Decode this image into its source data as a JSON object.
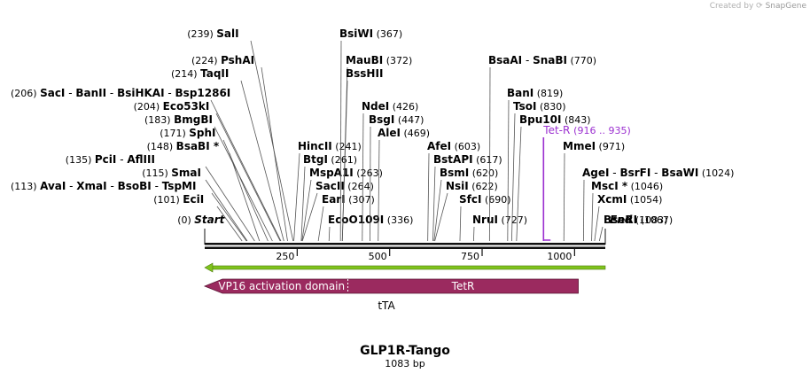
{
  "credit": {
    "prefix": "Created by",
    "brand": "SnapGene"
  },
  "map": {
    "name": "GLP1R-Tango",
    "length_label": "1083 bp",
    "length": 1083,
    "colors": {
      "ruler": "#111111",
      "arrow": "#7fc31c",
      "feature": "#9b2a5f",
      "primer": "#9b2fd0",
      "text": "#000000"
    }
  },
  "sites": [
    {
      "names": [
        "Start"
      ],
      "num": "(0)",
      "pos": 0,
      "side": "left",
      "terminal": true
    },
    {
      "names": [
        "EciI"
      ],
      "num": "(101)",
      "pos": 101,
      "side": "left"
    },
    {
      "names": [
        "AvaI",
        "XmaI",
        "BsoBI",
        "TspMI"
      ],
      "num": "(113)",
      "pos": 113,
      "side": "left"
    },
    {
      "names": [
        "SmaI"
      ],
      "num": "(115)",
      "pos": 115,
      "side": "left"
    },
    {
      "names": [
        "PciI",
        "AflIII"
      ],
      "num": "(135)",
      "pos": 135,
      "side": "left"
    },
    {
      "names": [
        "BsaBI *"
      ],
      "num": "(148)",
      "pos": 148,
      "side": "left"
    },
    {
      "names": [
        "SphI"
      ],
      "num": "(171)",
      "pos": 171,
      "side": "left"
    },
    {
      "names": [
        "BmgBI"
      ],
      "num": "(183)",
      "pos": 183,
      "side": "left"
    },
    {
      "names": [
        "Eco53kI"
      ],
      "num": "(204)",
      "pos": 204,
      "side": "left"
    },
    {
      "names": [
        "SacI",
        "BanII",
        "BsiHKAI",
        "Bsp1286I"
      ],
      "num": "(206)",
      "pos": 206,
      "side": "left"
    },
    {
      "names": [
        "TaqII"
      ],
      "num": "(214)",
      "pos": 214,
      "side": "left"
    },
    {
      "names": [
        "PshAI"
      ],
      "num": "(224)",
      "pos": 224,
      "side": "left"
    },
    {
      "names": [
        "SalI"
      ],
      "num": "(239)",
      "pos": 239,
      "side": "left"
    },
    {
      "names": [
        "HincII"
      ],
      "num": "(241)",
      "pos": 241,
      "side": "right"
    },
    {
      "names": [
        "BtgI"
      ],
      "num": "(261)",
      "pos": 261,
      "side": "right"
    },
    {
      "names": [
        "MspA1I"
      ],
      "num": "(263)",
      "pos": 263,
      "side": "right"
    },
    {
      "names": [
        "SacII"
      ],
      "num": "(264)",
      "pos": 264,
      "side": "right"
    },
    {
      "names": [
        "EarI"
      ],
      "num": "(307)",
      "pos": 307,
      "side": "right"
    },
    {
      "names": [
        "EcoO109I"
      ],
      "num": "(336)",
      "pos": 336,
      "side": "right"
    },
    {
      "names": [
        "BsiWI"
      ],
      "num": "(367)",
      "pos": 367,
      "side": "right"
    },
    {
      "names": [
        "MauBI"
      ],
      "num": "(372)",
      "pos": 372,
      "side": "right"
    },
    {
      "names": [
        "BssHII"
      ],
      "num": "",
      "pos": 372,
      "side": "right"
    },
    {
      "names": [
        "NdeI"
      ],
      "num": "(426)",
      "pos": 426,
      "side": "right"
    },
    {
      "names": [
        "BsgI"
      ],
      "num": "(447)",
      "pos": 447,
      "side": "right"
    },
    {
      "names": [
        "AleI"
      ],
      "num": "(469)",
      "pos": 469,
      "side": "right"
    },
    {
      "names": [
        "AfeI"
      ],
      "num": "(603)",
      "pos": 603,
      "side": "right"
    },
    {
      "names": [
        "BstAPI"
      ],
      "num": "(617)",
      "pos": 617,
      "side": "right"
    },
    {
      "names": [
        "BsmI"
      ],
      "num": "(620)",
      "pos": 620,
      "side": "right"
    },
    {
      "names": [
        "NsiI"
      ],
      "num": "(622)",
      "pos": 622,
      "side": "right"
    },
    {
      "names": [
        "SfcI"
      ],
      "num": "(690)",
      "pos": 690,
      "side": "right"
    },
    {
      "names": [
        "NruI"
      ],
      "num": "(727)",
      "pos": 727,
      "side": "right"
    },
    {
      "names": [
        "BsaAI",
        "SnaBI"
      ],
      "num": "(770)",
      "pos": 770,
      "side": "right"
    },
    {
      "names": [
        "BanI"
      ],
      "num": "(819)",
      "pos": 819,
      "side": "right"
    },
    {
      "names": [
        "TsoI"
      ],
      "num": "(830)",
      "pos": 830,
      "side": "right"
    },
    {
      "names": [
        "Bpu10I"
      ],
      "num": "(843)",
      "pos": 843,
      "side": "right"
    },
    {
      "names": [
        "MmeI"
      ],
      "num": "(971)",
      "pos": 971,
      "side": "right"
    },
    {
      "names": [
        "AgeI",
        "BsrFI",
        "BsaWI"
      ],
      "num": "(1024)",
      "pos": 1024,
      "side": "right"
    },
    {
      "names": [
        "MscI *"
      ],
      "num": "(1046)",
      "pos": 1046,
      "side": "right"
    },
    {
      "names": [
        "XcmI"
      ],
      "num": "(1054)",
      "pos": 1054,
      "side": "right"
    },
    {
      "names": [
        "BseRI"
      ],
      "num": "(1067)",
      "pos": 1067,
      "side": "right"
    },
    {
      "names": [
        "End"
      ],
      "num": "(1083)",
      "pos": 1083,
      "side": "right",
      "terminal": true
    }
  ],
  "primer": {
    "name": "Tet-R",
    "range": "(916 .. 935)",
    "start": 916,
    "end": 935
  },
  "ruler": {
    "ticks": [
      250,
      500,
      750,
      1000
    ],
    "labels": [
      "250",
      "500",
      "750",
      "1000"
    ]
  },
  "features": [
    {
      "name": "VP16 activation domain",
      "start": 0,
      "end": 387
    },
    {
      "name": "TetR",
      "start": 387,
      "end": 1010
    }
  ],
  "feature_group_label": "tTA"
}
